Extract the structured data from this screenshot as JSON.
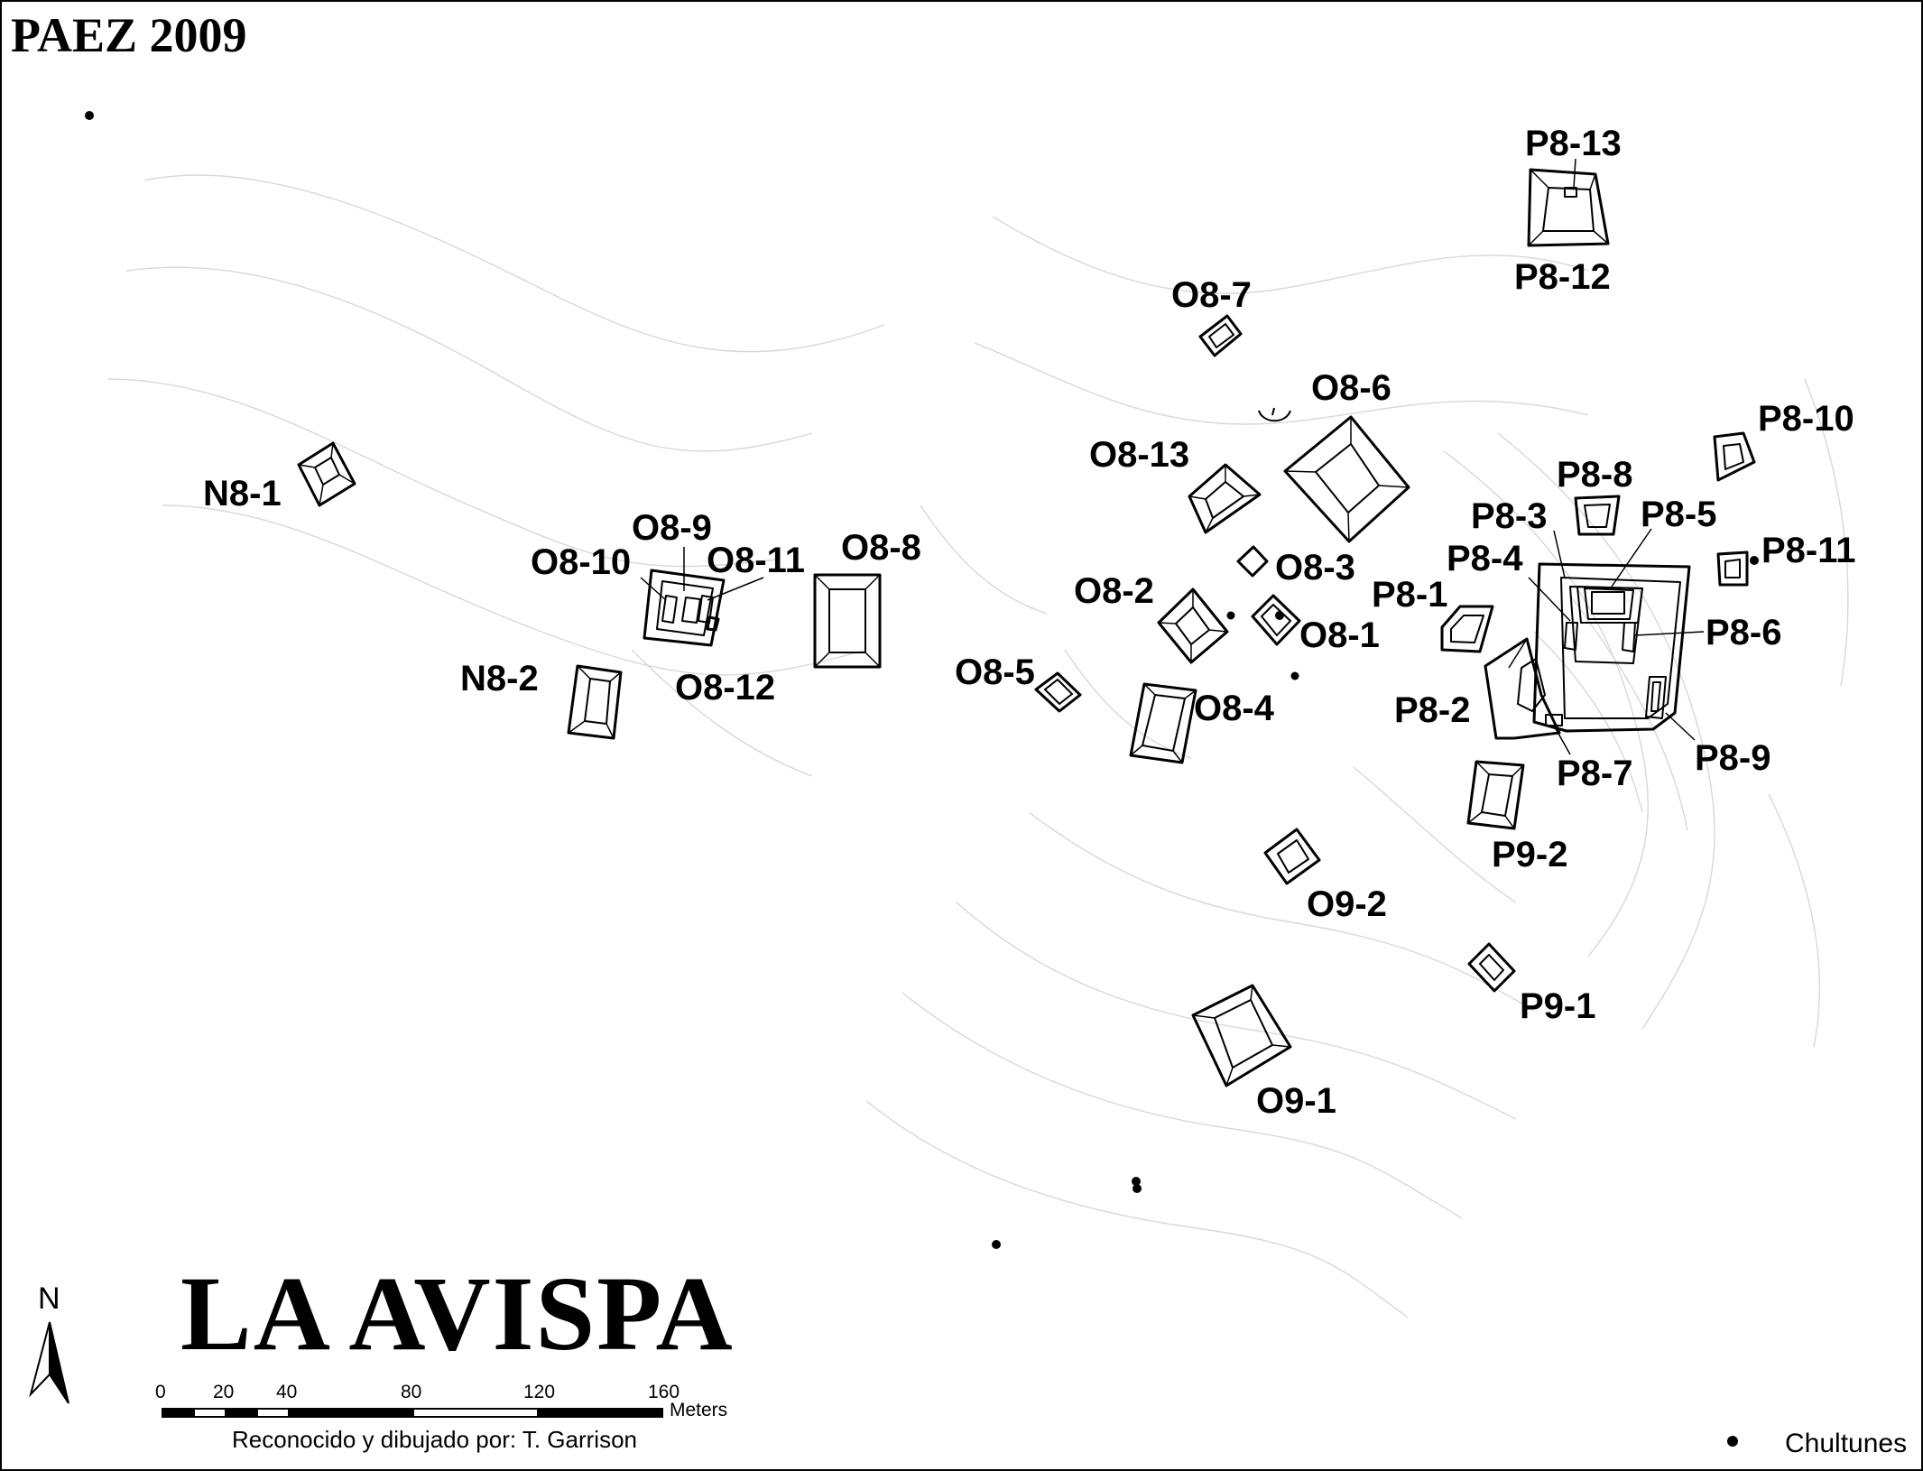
{
  "corner_title": "PAEZ 2009",
  "site_title": "LA AVISPA",
  "north_label": "N",
  "scale": {
    "ticks": [
      "0",
      "20",
      "40",
      "80",
      "120",
      "160"
    ],
    "unit": "Meters"
  },
  "credit": "Reconocido y dibujado por: T. Garrison",
  "legend": {
    "symbol": "dot",
    "label": "Chultunes"
  },
  "structures": {
    "n8_1": "N8-1",
    "n8_2": "N8-2",
    "o8_1": "O8-1",
    "o8_2": "O8-2",
    "o8_3": "O8-3",
    "o8_4": "O8-4",
    "o8_5": "O8-5",
    "o8_6": "O8-6",
    "o8_7": "O8-7",
    "o8_8": "O8-8",
    "o8_9": "O8-9",
    "o8_10": "O8-10",
    "o8_11": "O8-11",
    "o8_12": "O8-12",
    "o8_13": "O8-13",
    "o9_1": "O9-1",
    "o9_2": "O9-2",
    "p8_1": "P8-1",
    "p8_2": "P8-2",
    "p8_3": "P8-3",
    "p8_4": "P8-4",
    "p8_5": "P8-5",
    "p8_6": "P8-6",
    "p8_7": "P8-7",
    "p8_8": "P8-8",
    "p8_9": "P8-9",
    "p8_10": "P8-10",
    "p8_11": "P8-11",
    "p8_12": "P8-12",
    "p8_13": "P8-13",
    "p9_1": "P9-1",
    "p9_2": "P9-2"
  }
}
